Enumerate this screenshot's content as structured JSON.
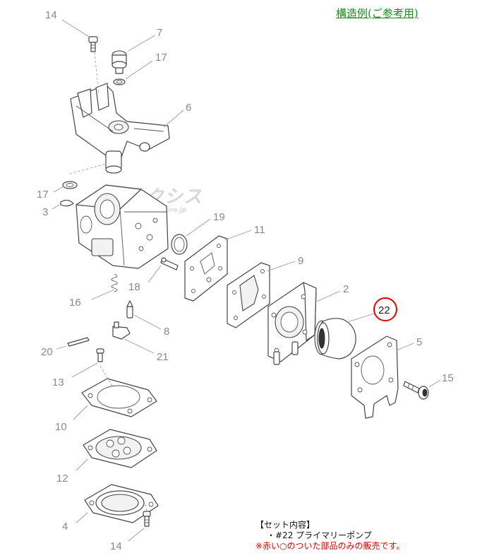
{
  "title": "構造例(ご参考用)",
  "watermark": {
    "main": "ネクシス",
    "sub": "sanseiprо.jp"
  },
  "set_contents": {
    "heading": "【セット内容】",
    "item": "・#22 プライマリーポンプ",
    "note": "※赤い○のついた部品のみの販売です。"
  },
  "callouts": {
    "p14a": "14",
    "p7": "7",
    "p17a": "17",
    "p6": "6",
    "p17b": "17",
    "p3": "3",
    "p19": "19",
    "p11": "11",
    "p9": "9",
    "p2": "2",
    "p22": "22",
    "p16": "16",
    "p18": "18",
    "p8": "8",
    "p20": "20",
    "p21": "21",
    "p5": "5",
    "p15": "15",
    "p13": "13",
    "p10": "10",
    "p12": "12",
    "p4": "4",
    "p14b": "14"
  },
  "colors": {
    "title": "#1a8a1a",
    "highlight_circle": "#e60000",
    "note": "#e60000",
    "callout": "#888888"
  },
  "highlighted_part": "22"
}
